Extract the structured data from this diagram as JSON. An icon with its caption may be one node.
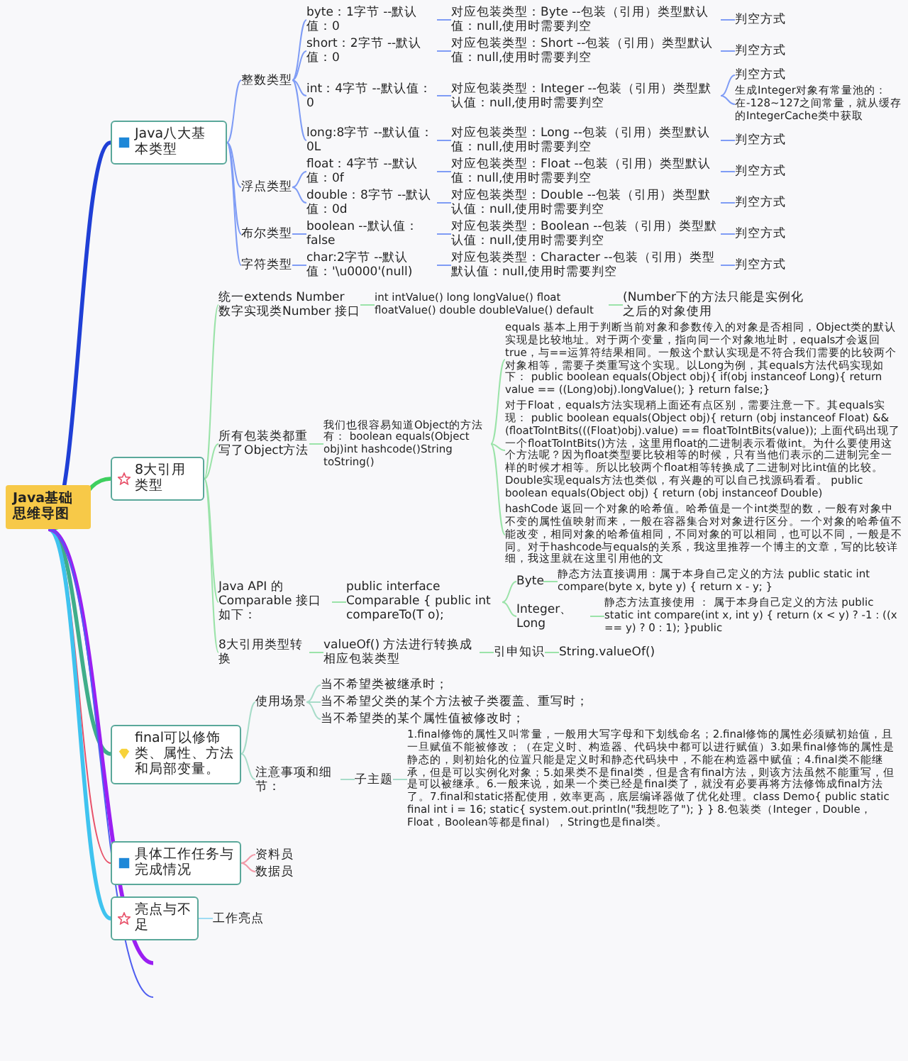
{
  "diagram": {
    "nodes": [
      {
        "text": [
          "Java基础思维导图"
        ]
      },
      {
        "text": [
          "Java八大基本类型"
        ]
      },
      {
        "text": [
          "整数类型"
        ]
      },
      {
        "text": [
          "byte：1字节 --默认值：0"
        ]
      },
      {
        "text": [
          "对应包装类型：Byte --包装（引用）类型默认值：null,使用时需要判空"
        ]
      },
      {
        "text": [
          "判空方式"
        ]
      },
      {
        "text": [
          "short：2字节 --默认值：0"
        ]
      },
      {
        "text": [
          "对应包装类型：Short --包装（引用）类型默认值：null,使用时需要判空"
        ]
      },
      {
        "text": [
          "判空方式"
        ]
      },
      {
        "text": [
          "int：4字节 --默认值：0"
        ]
      },
      {
        "text": [
          "对应包装类型：Integer --包装（引用）类型默认值：null,使用时需要判空"
        ]
      },
      {
        "text": [
          "判空方式"
        ]
      },
      {
        "text": [
          "生成Integer对象有常量池的：在-128~127之间常量，就从缓存的IntegerCache类中获取"
        ]
      },
      {
        "text": [
          "long:8字节 --默认值：0L"
        ]
      },
      {
        "text": [
          "对应包装类型：Long --包装（引用）类型默认值：null,使用时需要判空"
        ]
      },
      {
        "text": [
          "判空方式"
        ]
      },
      {
        "text": [
          "浮点类型"
        ]
      },
      {
        "text": [
          "float：4字节 --默认值：0f"
        ]
      },
      {
        "text": [
          "对应包装类型：Float --包装（引用）类型默认值：null,使用时需要判空"
        ]
      },
      {
        "text": [
          "判空方式"
        ]
      },
      {
        "text": [
          "double：8字节 --默认值：0d"
        ]
      },
      {
        "text": [
          "对应包装类型：Double --包装（引用）类型默认值：null,使用时需要判空"
        ]
      },
      {
        "text": [
          "判空方式"
        ]
      },
      {
        "text": [
          "布尔类型"
        ]
      },
      {
        "text": [
          "boolean --默认值：false"
        ]
      },
      {
        "text": [
          "对应包装类型：Boolean --包装（引用）类型默认值：null,使用时需要判空"
        ]
      },
      {
        "text": [
          "判空方式"
        ]
      },
      {
        "text": [
          "字符类型"
        ]
      },
      {
        "text": [
          "char:2字节 --默认值：'\\u0000'(null)"
        ]
      },
      {
        "text": [
          "对应包装类型：Character --包装（引用）类型默认值：null,使用时需要判空"
        ]
      },
      {
        "text": [
          "判空方式"
        ]
      },
      {
        "text": [
          "8大引用类型"
        ]
      },
      {
        "text": [
          "统一extends Number 数字实现类Number 接口"
        ]
      },
      {
        "text": [
          "int intValue()    long longValue()    float floatValue()    double doubleValue()    default"
        ]
      },
      {
        "text": [
          "(Number下的方法只能是实例化之后的对象使用"
        ]
      },
      {
        "text": [
          "所有包装类都重写了Object方法"
        ]
      },
      {
        "text": [
          "我们也很容易知道Object的方法有： boolean equals(Object obj)int hashcode()String toString()"
        ]
      },
      {
        "text": [
          "equals 基本上用于判断当前对象和参数传入的对象是否相同，Object类的默认实现是比较地址。对于两个变量，指向同一个对象地址时，equals才会返回true，与==运算符结果相同。一般这个默认实现是不符合我们需要的比较两个对象相等，需要子类重写这个实现。以Long为例，其equals方法代码实现如下： public boolean equals(Object obj){    if(obj instanceof Long){        return value == ((Long)obj).longValue();    }    return false;}"
        ]
      },
      {
        "text": [
          "对于Float，equals方法实现稍上面还有点区别，需要注意一下。其equals实现： public boolean equals(Object obj){    return (obj instanceof Float) && (floatToIntBits(((Float)obj).value) == floatToIntBits(value)); 上面代码出现了一个floatToIntBits()方法，这里用float的二进制表示看做int。为什么要使用这个方法呢？因为float类型要比较相等的时候，只有当他们表示的二进制完全一样的时候才相等。所以比较两个float相等转换成了二进制对比int值的比较。Double实现equals方法也类似，有兴趣的可以自己找源码看看。 public boolean equals(Object obj) {    return (obj instanceof Double)"
        ]
      },
      {
        "text": [
          "hashCode 返回一个对象的哈希值。哈希值是一个int类型的数，一般有对象中不变的属性值映射而来，一般在容器集合对对象进行区分。一个对象的哈希值不能改变，相同对象的哈希值相同，不同对象的可以相同，也可以不同，一般是不同。对于hashcode与equals的关系，我这里推荐一个博主的文章，写的比较详细，我这里就在这里引用他的文"
        ]
      },
      {
        "text": [
          "Java API 的Comparable 接口如下："
        ]
      },
      {
        "text": [
          "public interface Comparable {    public int compareTo(T o);"
        ]
      },
      {
        "text": [
          "Byte"
        ]
      },
      {
        "text": [
          "静态方法直接调用：属于本身自己定义的方法 public static int compare(byte x, byte y) {        return x - y;    }"
        ]
      },
      {
        "text": [
          "Integer、Long"
        ]
      },
      {
        "text": [
          "静态方法直接使用 ： 属于本身自己定义的方法 public static int compare(int x, int y) {        return (x < y) ? -1 : ((x == y) ? 0 : 1);    }public"
        ]
      },
      {
        "text": [
          "8大引用类型转换"
        ]
      },
      {
        "text": [
          "valueOf() 方法进行转换成相应包装类型"
        ]
      },
      {
        "text": [
          "引申知识"
        ]
      },
      {
        "text": [
          "String.valueOf()"
        ]
      },
      {
        "text": [
          "final可以修饰类、属性、方法和局部变量。"
        ]
      },
      {
        "text": [
          "使用场景"
        ]
      },
      {
        "text": [
          "当不希望类被继承时；"
        ]
      },
      {
        "text": [
          "当不希望父类的某个方法被子类覆盖、重写时；"
        ]
      },
      {
        "text": [
          "当不希望类的某个属性值被修改时；"
        ]
      },
      {
        "text": [
          "注意事项和细节："
        ]
      },
      {
        "text": [
          "子主题"
        ]
      },
      {
        "text": [
          "1.final修饰的属性又叫常量，一般用大写字母和下划线命名；2.final修饰的属性必须赋初始值，且一旦赋值不能被修改；（在定义时、构造器、代码块中都可以进行赋值）3.如果final修饰的属性是静态的，则初始化的位置只能是定义时和静态代码块中，不能在构造器中赋值；4.final类不能继承，但是可以实例化对象；5.如果类不是final类，但是含有final方法，则该方法虽然不能重写，但是可以被继承。6.一般来说，如果一个类已经是final类了，就没有必要再将方法修饰成final方法了。7.final和static搭配使用，效率更高，底层编译器做了优化处理。class Demo{  public static final int i = 16; static{        system.out.println(\"我想吃了\");  } } 8.包装类（Integer，Double，Float，Boolean等都是final），String也是final类。"
        ]
      },
      {
        "text": [
          "具体工作任务与完成情况"
        ]
      },
      {
        "text": [
          "资料员"
        ]
      },
      {
        "text": [
          "数据员"
        ]
      },
      {
        "text": [
          "亮点与不足"
        ]
      },
      {
        "text": [
          "工作亮点"
        ]
      }
    ],
    "edges": [
      {
        "from": 0,
        "to": 1,
        "arrow": "none",
        "style": "thick",
        "color": "#1f3fd6"
      },
      {
        "from": 0,
        "to": 31,
        "arrow": "none",
        "style": "thick",
        "color": "#3ecf5e"
      },
      {
        "from": 0,
        "to": 50,
        "arrow": "none",
        "style": "thick",
        "color": "#3fae8a"
      },
      {
        "from": 0,
        "to": 58,
        "arrow": "none",
        "color": "#e8526a"
      },
      {
        "from": 0,
        "to": 61,
        "arrow": "none",
        "style": "thick",
        "color": "#3fc3ef"
      },
      {
        "from": 0,
        "to": null,
        "arrow": "none",
        "style": "thick",
        "color": "#9b1ff2"
      },
      {
        "from": 0,
        "to": null,
        "arrow": "none",
        "color": "#4f5ef0"
      },
      {
        "from": 1,
        "to": 2,
        "arrow": "none",
        "color": "#7f9cf5"
      },
      {
        "from": 1,
        "to": 16,
        "arrow": "none",
        "color": "#7f9cf5"
      },
      {
        "from": 1,
        "to": 23,
        "arrow": "none",
        "color": "#7f9cf5"
      },
      {
        "from": 1,
        "to": 27,
        "arrow": "none",
        "color": "#7f9cf5"
      },
      {
        "from": 2,
        "to": 3,
        "arrow": "none",
        "color": "#7f9cf5"
      },
      {
        "from": 2,
        "to": 6,
        "arrow": "none",
        "color": "#7f9cf5"
      },
      {
        "from": 2,
        "to": 9,
        "arrow": "none",
        "color": "#7f9cf5"
      },
      {
        "from": 2,
        "to": 13,
        "arrow": "none",
        "color": "#7f9cf5"
      },
      {
        "from": 3,
        "to": 4,
        "arrow": "none",
        "color": "#7f9cf5"
      },
      {
        "from": 4,
        "to": 5,
        "arrow": "none",
        "color": "#7f9cf5"
      },
      {
        "from": 6,
        "to": 7,
        "arrow": "none",
        "color": "#7f9cf5"
      },
      {
        "from": 7,
        "to": 8,
        "arrow": "none",
        "color": "#7f9cf5"
      },
      {
        "from": 9,
        "to": 10,
        "arrow": "none",
        "color": "#7f9cf5"
      },
      {
        "from": 10,
        "to": 11,
        "arrow": "none",
        "color": "#7f9cf5"
      },
      {
        "from": 10,
        "to": 12,
        "arrow": "none",
        "color": "#7f9cf5"
      },
      {
        "from": 13,
        "to": 14,
        "arrow": "none",
        "color": "#7f9cf5"
      },
      {
        "from": 14,
        "to": 15,
        "arrow": "none",
        "color": "#7f9cf5"
      },
      {
        "from": 16,
        "to": 17,
        "arrow": "none",
        "color": "#7f9cf5"
      },
      {
        "from": 16,
        "to": 20,
        "arrow": "none",
        "color": "#7f9cf5"
      },
      {
        "from": 17,
        "to": 18,
        "arrow": "none",
        "color": "#7f9cf5"
      },
      {
        "from": 18,
        "to": 19,
        "arrow": "none",
        "color": "#7f9cf5"
      },
      {
        "from": 20,
        "to": 21,
        "arrow": "none",
        "color": "#7f9cf5"
      },
      {
        "from": 21,
        "to": 22,
        "arrow": "none",
        "color": "#7f9cf5"
      },
      {
        "from": 23,
        "to": 24,
        "arrow": "none",
        "color": "#7f9cf5"
      },
      {
        "from": 24,
        "to": 25,
        "arrow": "none",
        "color": "#7f9cf5"
      },
      {
        "from": 25,
        "to": 26,
        "arrow": "none",
        "color": "#7f9cf5"
      },
      {
        "from": 27,
        "to": 28,
        "arrow": "none",
        "color": "#7f9cf5"
      },
      {
        "from": 28,
        "to": 29,
        "arrow": "none",
        "color": "#7f9cf5"
      },
      {
        "from": 29,
        "to": 30,
        "arrow": "none",
        "color": "#7f9cf5"
      },
      {
        "from": 31,
        "to": 32,
        "arrow": "none"
      },
      {
        "from": 31,
        "to": 35,
        "arrow": "none"
      },
      {
        "from": 31,
        "to": 40,
        "arrow": "none"
      },
      {
        "from": 31,
        "to": 46,
        "arrow": "none"
      },
      {
        "from": 32,
        "to": 33,
        "arrow": "none"
      },
      {
        "from": 33,
        "to": 34,
        "arrow": "none"
      },
      {
        "from": 35,
        "to": 36,
        "arrow": "none"
      },
      {
        "from": 36,
        "to": 37,
        "arrow": "none"
      },
      {
        "from": 36,
        "to": 38,
        "arrow": "none"
      },
      {
        "from": 36,
        "to": 39,
        "arrow": "none"
      },
      {
        "from": 40,
        "to": 41,
        "arrow": "none"
      },
      {
        "from": 41,
        "to": 42,
        "arrow": "none"
      },
      {
        "from": 41,
        "to": 44,
        "arrow": "none"
      },
      {
        "from": 42,
        "to": 43,
        "arrow": "none"
      },
      {
        "from": 44,
        "to": 45,
        "arrow": "none"
      },
      {
        "from": 46,
        "to": 47,
        "arrow": "none"
      },
      {
        "from": 47,
        "to": 48,
        "arrow": "none"
      },
      {
        "from": 48,
        "to": 49,
        "arrow": "none"
      },
      {
        "from": 50,
        "to": 51,
        "arrow": "none",
        "color": "#a8dcc9"
      },
      {
        "from": 50,
        "to": 55,
        "arrow": "none",
        "color": "#a8dcc9"
      },
      {
        "from": 51,
        "to": 52,
        "arrow": "none",
        "color": "#a8dcc9"
      },
      {
        "from": 51,
        "to": 53,
        "arrow": "none",
        "color": "#a8dcc9"
      },
      {
        "from": 51,
        "to": 54,
        "arrow": "none",
        "color": "#a8dcc9"
      },
      {
        "from": 55,
        "to": 56,
        "arrow": "none",
        "color": "#a8dcc9"
      },
      {
        "from": 56,
        "to": 57,
        "arrow": "none",
        "color": "#a8dcc9"
      },
      {
        "from": 58,
        "to": 59,
        "arrow": "none",
        "color": "#f29aa8"
      },
      {
        "from": 58,
        "to": 60,
        "arrow": "none",
        "color": "#f29aa8"
      },
      {
        "from": 61,
        "to": 62,
        "arrow": "none",
        "color": "#9fdcf3"
      }
    ]
  }
}
